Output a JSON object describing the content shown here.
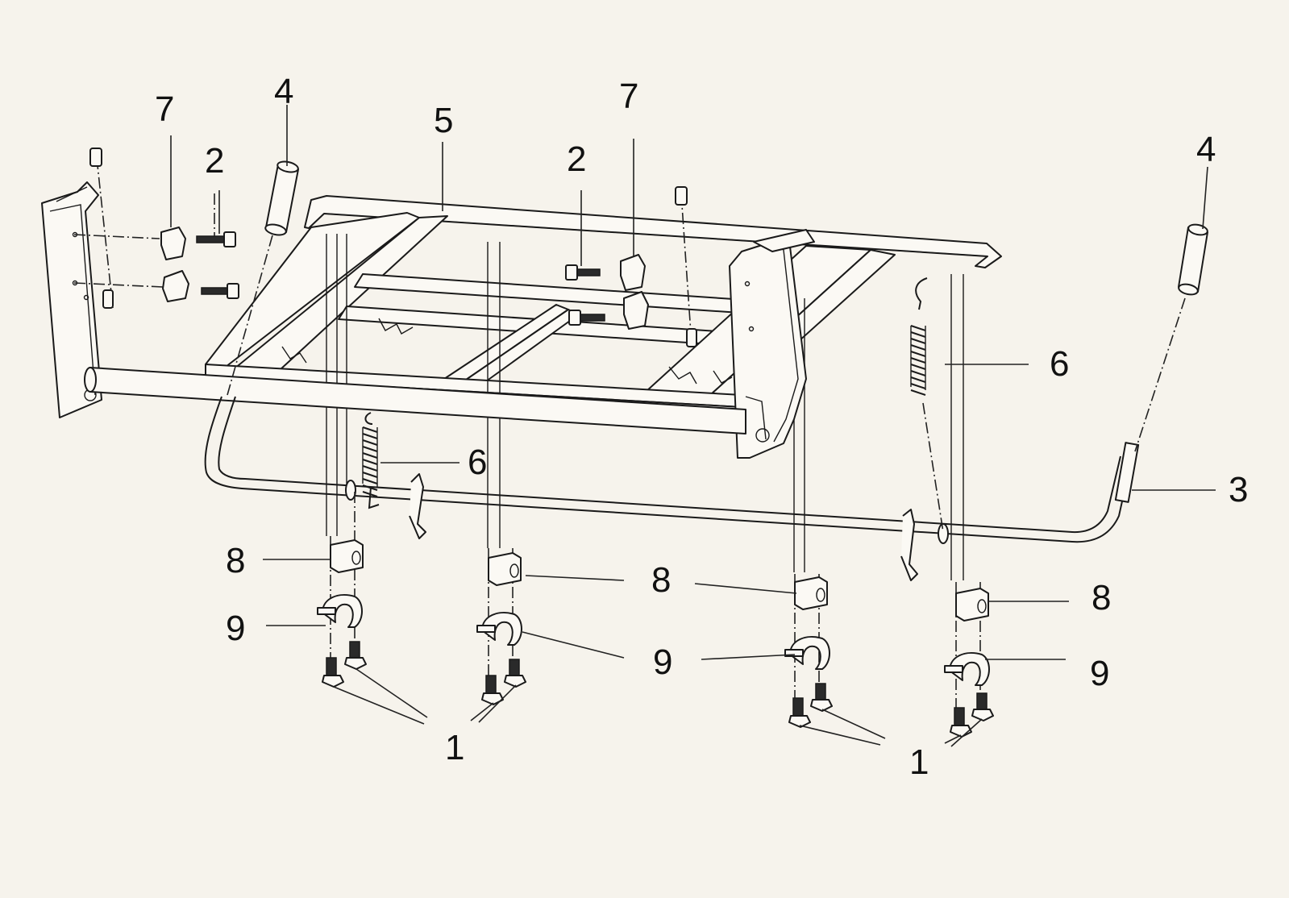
{
  "diagram": {
    "callouts": [
      {
        "id": "c1a",
        "text": "1"
      },
      {
        "id": "c1b",
        "text": "1"
      },
      {
        "id": "c2a",
        "text": "2"
      },
      {
        "id": "c2b",
        "text": "2"
      },
      {
        "id": "c3",
        "text": "3"
      },
      {
        "id": "c4a",
        "text": "4"
      },
      {
        "id": "c4b",
        "text": "4"
      },
      {
        "id": "c5",
        "text": "5"
      },
      {
        "id": "c6a",
        "text": "6"
      },
      {
        "id": "c6b",
        "text": "6"
      },
      {
        "id": "c7a",
        "text": "7"
      },
      {
        "id": "c7b",
        "text": "7"
      },
      {
        "id": "c8a",
        "text": "8"
      },
      {
        "id": "c8b",
        "text": "8"
      },
      {
        "id": "c8c",
        "text": "8"
      },
      {
        "id": "c9a",
        "text": "9"
      },
      {
        "id": "c9b",
        "text": "9"
      },
      {
        "id": "c9c",
        "text": "9"
      }
    ],
    "colors": {
      "background": "#f6f3ec",
      "ink": "#1a1a1a"
    }
  }
}
